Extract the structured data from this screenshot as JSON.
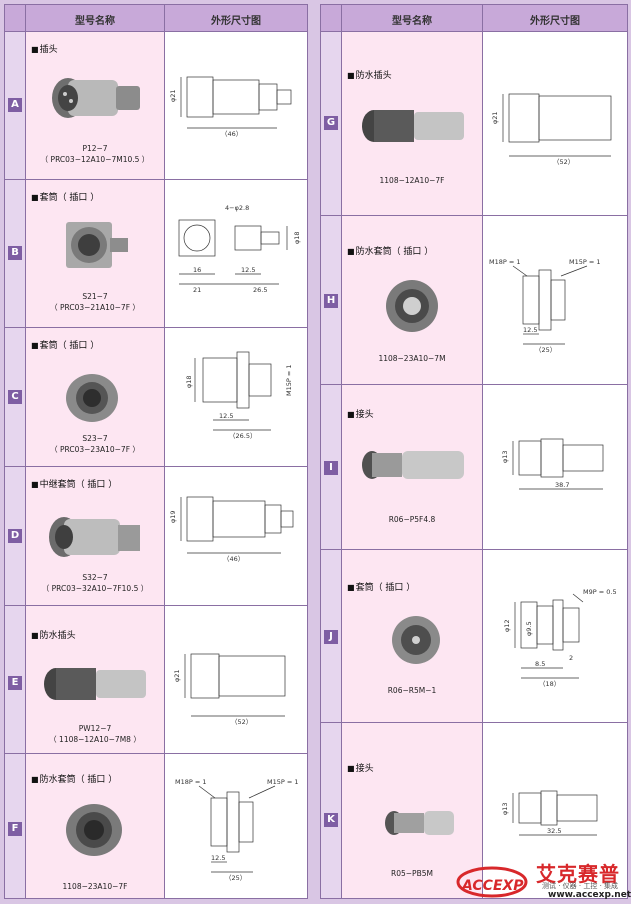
{
  "header": {
    "col_name": "型号名称",
    "col_drawing": "外形尺寸图"
  },
  "left_rows": [
    {
      "letter": "A",
      "type": "插头",
      "model1": "P12−7",
      "model2": "（ PRC03−12A10−7M10.5 ）",
      "dims": [
        "φ21",
        "（46）"
      ]
    },
    {
      "letter": "B",
      "type": "套筒（ 插口 ）",
      "model1": "S21−7",
      "model2": "（ PRC03−21A10−7F ）",
      "dims": [
        "4−φ2.8",
        "16",
        "21",
        "12.5",
        "26.5",
        "φ18"
      ]
    },
    {
      "letter": "C",
      "type": "套筒（ 插口 ）",
      "model1": "S23−7",
      "model2": "（ PRC03−23A10−7F ）",
      "dims": [
        "φ18",
        "M15P = 1",
        "12.5",
        "（26.5）"
      ]
    },
    {
      "letter": "D",
      "type": "中继套筒（ 插口 ）",
      "model1": "S32−7",
      "model2": "（ PRC03−32A10−7F10.5 ）",
      "dims": [
        "φ19",
        "（46）"
      ]
    },
    {
      "letter": "E",
      "type": "防水插头",
      "model1": "PW12−7",
      "model2": "（ 1108−12A10−7M8 ）",
      "dims": [
        "φ21",
        "（52）"
      ]
    },
    {
      "letter": "F",
      "type": "防水套筒（ 插口 ）",
      "model1": "",
      "model2": "1108−23A10−7F",
      "dims": [
        "M18P = 1",
        "M15P = 1",
        "12.5",
        "（25）"
      ]
    }
  ],
  "right_rows": [
    {
      "letter": "G",
      "type": "防水插头",
      "model1": "",
      "model2": "1108−12A10−7F",
      "dims": [
        "φ21",
        "（52）"
      ]
    },
    {
      "letter": "H",
      "type": "防水套筒（ 插口 ）",
      "model1": "",
      "model2": "1108−23A10−7M",
      "dims": [
        "M18P = 1",
        "M15P = 1",
        "12.5",
        "（25）"
      ]
    },
    {
      "letter": "I",
      "type": "接头",
      "model1": "",
      "model2": "R06−P5F4.8",
      "dims": [
        "φ13",
        "38.7"
      ]
    },
    {
      "letter": "J",
      "type": "套筒（ 插口 ）",
      "model1": "",
      "model2": "R06−R5M−1",
      "dims": [
        "M9P = 0.5",
        "φ12",
        "φ9.5",
        "2",
        "8.5",
        "（18）"
      ]
    },
    {
      "letter": "K",
      "type": "接头",
      "model1": "",
      "model2": "R05−PB5M",
      "dims": [
        "φ13",
        "32.5"
      ]
    }
  ],
  "logo": {
    "brand": "艾克赛普",
    "tagline": "测试 · 仪器 · 工控 · 集成",
    "url": "www.accexp.net",
    "mark": "ACCEXP"
  },
  "colors": {
    "accent": "#7e5ea3",
    "header_bg": "#c8a9d9",
    "name_bg": "#fde6f2",
    "page_bg": "#d9c6e4"
  }
}
